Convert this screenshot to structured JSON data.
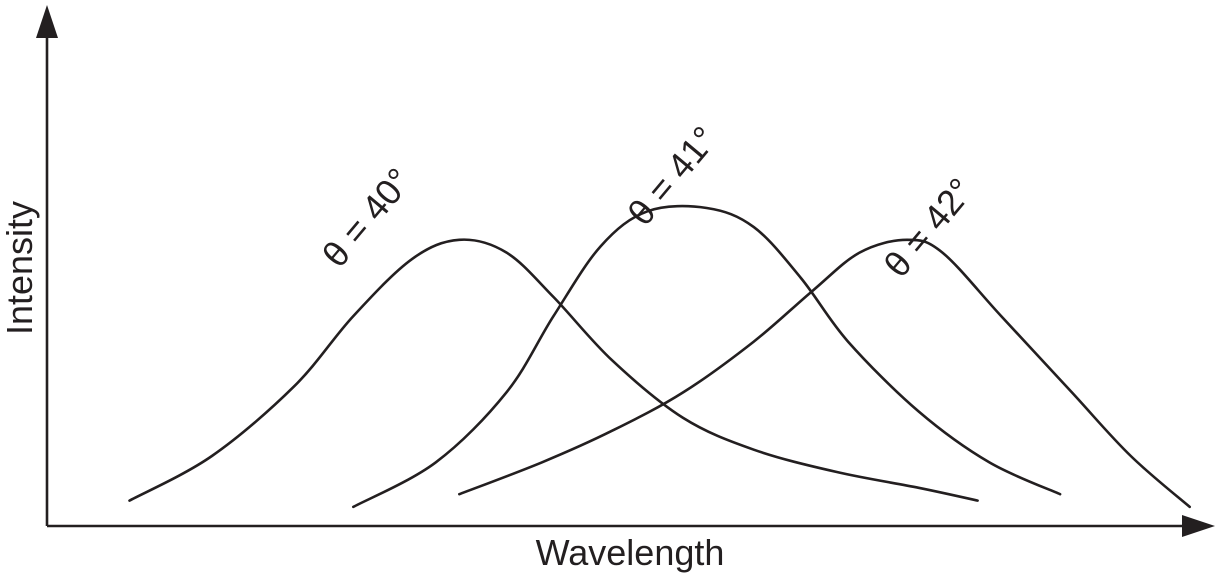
{
  "chart_data": {
    "type": "line",
    "title": "",
    "xlabel": "Wavelength",
    "ylabel": "Intensity",
    "xlim": [
      0,
      100
    ],
    "ylim": [
      0,
      100
    ],
    "grid": false,
    "ticks": false,
    "x_range": [
      7,
      97
    ],
    "series": [
      {
        "name": "θ = 40°",
        "points": [
          [
            7,
            8
          ],
          [
            14,
            22
          ],
          [
            21,
            44
          ],
          [
            26,
            66
          ],
          [
            31,
            84
          ],
          [
            35,
            90
          ],
          [
            39,
            86
          ],
          [
            43,
            72
          ],
          [
            48,
            52
          ],
          [
            54,
            34
          ],
          [
            60,
            24
          ],
          [
            67,
            17
          ],
          [
            74,
            12
          ],
          [
            79,
            8
          ]
        ]
      },
      {
        "name": "θ = 41°",
        "points": [
          [
            26,
            6
          ],
          [
            33,
            20
          ],
          [
            39,
            42
          ],
          [
            43,
            66
          ],
          [
            47,
            88
          ],
          [
            51,
            99
          ],
          [
            56,
            100
          ],
          [
            60,
            94
          ],
          [
            64,
            78
          ],
          [
            68,
            58
          ],
          [
            74,
            36
          ],
          [
            80,
            20
          ],
          [
            86,
            10
          ]
        ]
      },
      {
        "name": "θ = 42°",
        "points": [
          [
            35,
            10
          ],
          [
            42,
            20
          ],
          [
            48,
            30
          ],
          [
            54,
            42
          ],
          [
            60,
            58
          ],
          [
            65,
            74
          ],
          [
            69,
            86
          ],
          [
            73,
            90
          ],
          [
            76,
            86
          ],
          [
            81,
            66
          ],
          [
            87,
            42
          ],
          [
            92,
            22
          ],
          [
            97,
            6
          ]
        ]
      }
    ]
  }
}
